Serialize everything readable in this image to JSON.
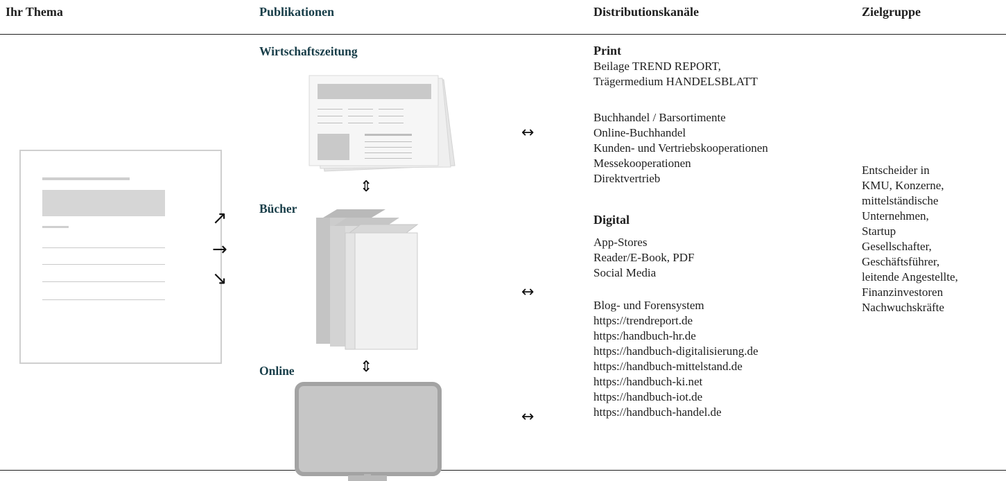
{
  "header": {
    "col1": "Ihr Thema",
    "col2": "Publikationen",
    "col3": "Distributionskanäle",
    "col4": "Zielgruppe"
  },
  "publications": {
    "newspaper": "Wirtschaftszeitung",
    "books": "Bücher",
    "online": "Online"
  },
  "channels": {
    "print_title": "Print",
    "print_lines": [
      "Beilage TREND REPORT,",
      "Trägermedium HANDELSBLATT"
    ],
    "print_channels": [
      "Buchhandel / Barsortimente",
      "Online-Buchhandel",
      "Kunden- und Vertriebskooperationen",
      "Messekooperationen",
      "Direktvertrieb"
    ],
    "digital_title": "Digital",
    "digital_lines": [
      "App-Stores",
      "Reader/E-Book, PDF",
      "Social Media"
    ],
    "online_lines": [
      "Blog- und Forensystem",
      "https://trendreport.de",
      "https:/handbuch-hr.de",
      "https://handbuch-digitalisierung.de",
      "https://handbuch-mittelstand.de",
      "https://handbuch-ki.net",
      "https://handbuch-iot.de",
      "https://handbuch-handel.de"
    ]
  },
  "audience": [
    "Entscheider in",
    "KMU, Konzerne,",
    "mittelständische",
    "Unternehmen,",
    "Startup",
    "Gesellschafter,",
    "Geschäftsführer,",
    "leitende Angestellte,",
    "Finanzinvestoren",
    "Nachwuchskräfte"
  ],
  "arrows": {
    "up_right": "↗",
    "right": "→",
    "down_right": "↘",
    "updown": "⇕",
    "leftright": "↔"
  },
  "icons": {
    "document": "document-icon",
    "newspaper": "newspaper-icon",
    "books": "books-icon",
    "monitor": "monitor-icon"
  }
}
